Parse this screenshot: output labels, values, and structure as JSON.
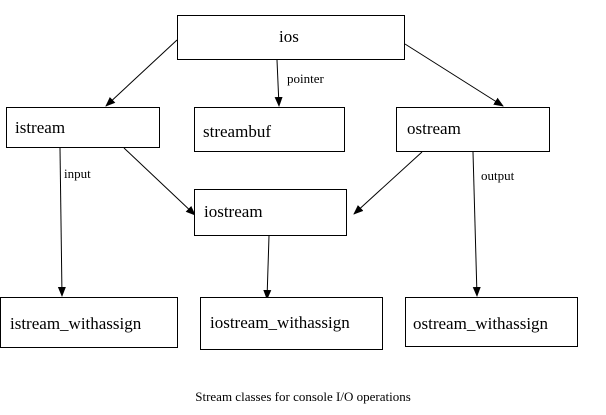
{
  "diagram": {
    "nodes": {
      "ios": "ios",
      "istream": "istream",
      "streambuf": "streambuf",
      "ostream": "ostream",
      "iostream": "iostream",
      "istream_withassign": "istream_withassign",
      "iostream_withassign": "iostream_withassign",
      "ostream_withassign": "ostream_withassign"
    },
    "edges": [
      {
        "from": "ios",
        "to": "istream",
        "label": ""
      },
      {
        "from": "ios",
        "to": "streambuf",
        "label": "pointer"
      },
      {
        "from": "ios",
        "to": "ostream",
        "label": ""
      },
      {
        "from": "istream",
        "to": "iostream",
        "label": ""
      },
      {
        "from": "ostream",
        "to": "iostream",
        "label": ""
      },
      {
        "from": "istream",
        "to": "istream_withassign",
        "label": "input"
      },
      {
        "from": "iostream",
        "to": "iostream_withassign",
        "label": ""
      },
      {
        "from": "ostream",
        "to": "ostream_withassign",
        "label": "output"
      }
    ],
    "caption": "Stream classes for console I/O operations"
  }
}
